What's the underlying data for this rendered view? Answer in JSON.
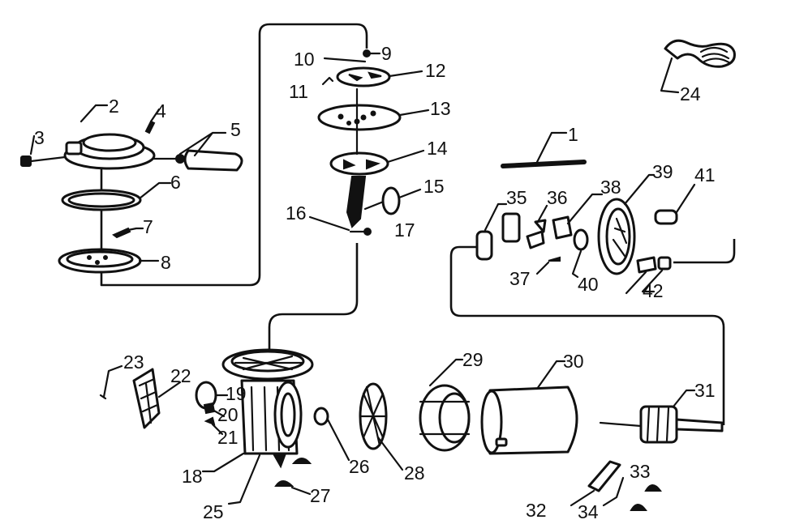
{
  "diagram": {
    "part_numbers": [
      "1",
      "2",
      "3",
      "4",
      "5",
      "6",
      "7",
      "8",
      "9",
      "10",
      "11",
      "12",
      "13",
      "14",
      "15",
      "16",
      "17",
      "18",
      "19",
      "20",
      "21",
      "22",
      "23",
      "24",
      "25",
      "26",
      "27",
      "28",
      "29",
      "30",
      "31",
      "32",
      "33",
      "34",
      "35",
      "36",
      "37",
      "38",
      "39",
      "40",
      "41",
      "42"
    ]
  }
}
